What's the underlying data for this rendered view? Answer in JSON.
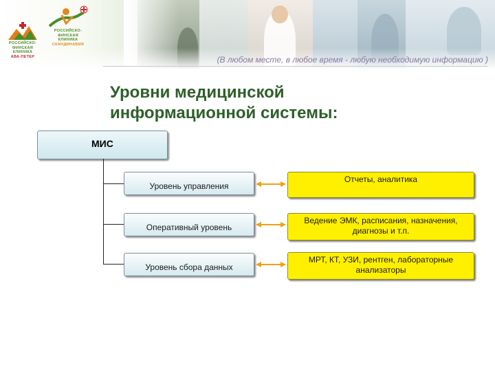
{
  "header": {
    "logo_left_text": [
      "РОССИЙСКО-ФИНСКАЯ",
      "КЛИНИКА",
      "АВА-ПЕТЕР"
    ],
    "logo_right_text": [
      "РОССИЙСКО-ФИНСКАЯ",
      "КЛИНИКА",
      "СКАНДИНАВИЯ"
    ],
    "tagline": "(В любом месте, в любое время - любую необходимую информацию )"
  },
  "title": {
    "line1": "Уровни медицинской",
    "line2": "информационной системы:"
  },
  "diagram": {
    "root": "МИС",
    "levels": [
      {
        "label": "Уровень управления",
        "detail": "Отчеты, аналитика"
      },
      {
        "label": "Оперативный уровень",
        "detail": "Ведение ЭМК, расписания, назначения, диагнозы и т.п."
      },
      {
        "label": "Уровень сбора данных",
        "detail": "МРТ, КТ, УЗИ, рентген, лабораторные анализаторы"
      }
    ]
  },
  "colors": {
    "title": "#2e5f2a",
    "detail_fill": "#fff000",
    "level_fill": "#d6eaf0",
    "arrow": "#f0a010",
    "tagline": "#8a7aa6"
  }
}
